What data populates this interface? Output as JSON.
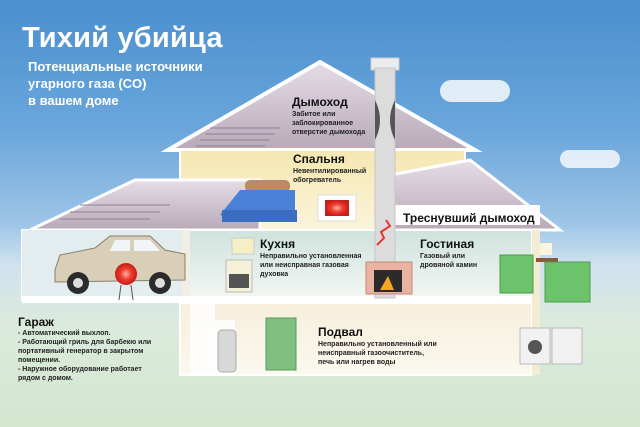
{
  "header": {
    "title": "Тихий убийца",
    "subtitle_lines": [
      "Потенциальные источники",
      "угарного газа (CO)",
      "в вашем доме"
    ]
  },
  "rooms": {
    "chimney": {
      "title": "Дымоход",
      "desc_lines": [
        "Забитое или",
        "заблокированное",
        "отверстие дымохода"
      ]
    },
    "bedroom": {
      "title": "Спальня",
      "desc_lines": [
        "Невентилированный",
        "обогреватель"
      ]
    },
    "cracked_chimney": {
      "title": "Треснувший дымоход"
    },
    "kitchen": {
      "title": "Кухня",
      "desc_lines": [
        "Неправильно установленная",
        "или неисправная газовая",
        "духовка"
      ]
    },
    "living_room": {
      "title": "Гостиная",
      "desc_lines": [
        "Газовый или",
        "дровяной камин"
      ]
    },
    "garage": {
      "title": "Гараж",
      "items": [
        "- Автоматический выхлоп.",
        "- Работающий гриль для барбекю или",
        "портативный генератор в закрытом",
        "помещении.",
        "- Наружное оборудование работает",
        "рядом с домом."
      ]
    },
    "basement": {
      "title": "Подвал",
      "desc_lines": [
        "Неправильно установленный или",
        "неисправный газоочиститель,",
        "печь или нагрев воды"
      ]
    }
  },
  "colors": {
    "sky": "#4a8fcf",
    "roof": "#c9bcc8",
    "wall": "#f7f0d8",
    "bedroom_wall": "#f6e9b8",
    "kitchen_wall": "#dce9e3",
    "sofa": "#6cc36c",
    "bed": "#4a80d6",
    "heater": "#e8332b",
    "ground": "#d3e8cf"
  }
}
